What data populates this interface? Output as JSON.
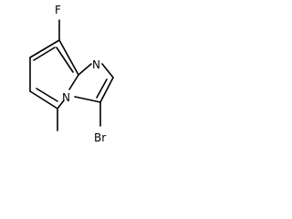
{
  "molecule": {
    "atoms": {
      "fluorine": "F",
      "nitrogen_imine": "N",
      "nitrogen_bridge": "N",
      "bromine": "Br"
    }
  }
}
